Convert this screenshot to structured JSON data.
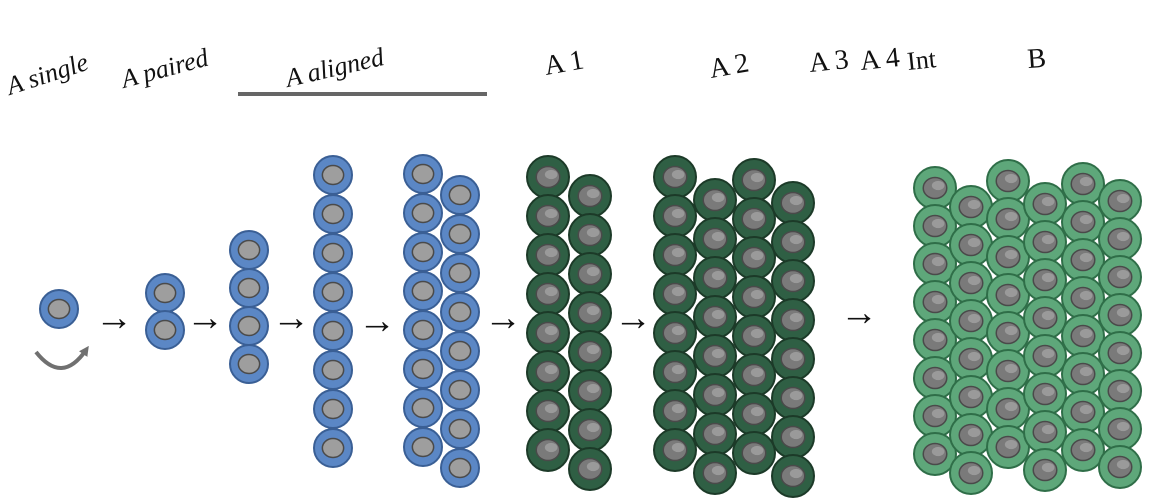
{
  "stages": {
    "a_single": "A single",
    "a_paired": "A paired",
    "a_aligned": "A aligned",
    "a1": "A 1",
    "a2": "A 2",
    "a3": "A 3",
    "a4": "A 4",
    "int": "Int",
    "b": "B"
  },
  "arrow_glyph": "→",
  "icons": {
    "cell": "round-cell-with-nucleus-icon",
    "self_renewal": "curved-arrow-icon",
    "transition": "right-arrow-icon"
  },
  "colors": {
    "undifferentiated_cell": "#5b87c5",
    "undifferentiated_cell_outline": "#3a5f95",
    "differentiating_cell": "#2f5f44",
    "differentiating_cell_outline": "#1c3a28",
    "b_cell": "#5ea77a",
    "b_cell_outline": "#2f6e48",
    "nucleus": "#9e9e9e",
    "dark_nucleus": "#7a7a7a",
    "bracket_line": "#666666",
    "curved_arrow": "#707070"
  }
}
